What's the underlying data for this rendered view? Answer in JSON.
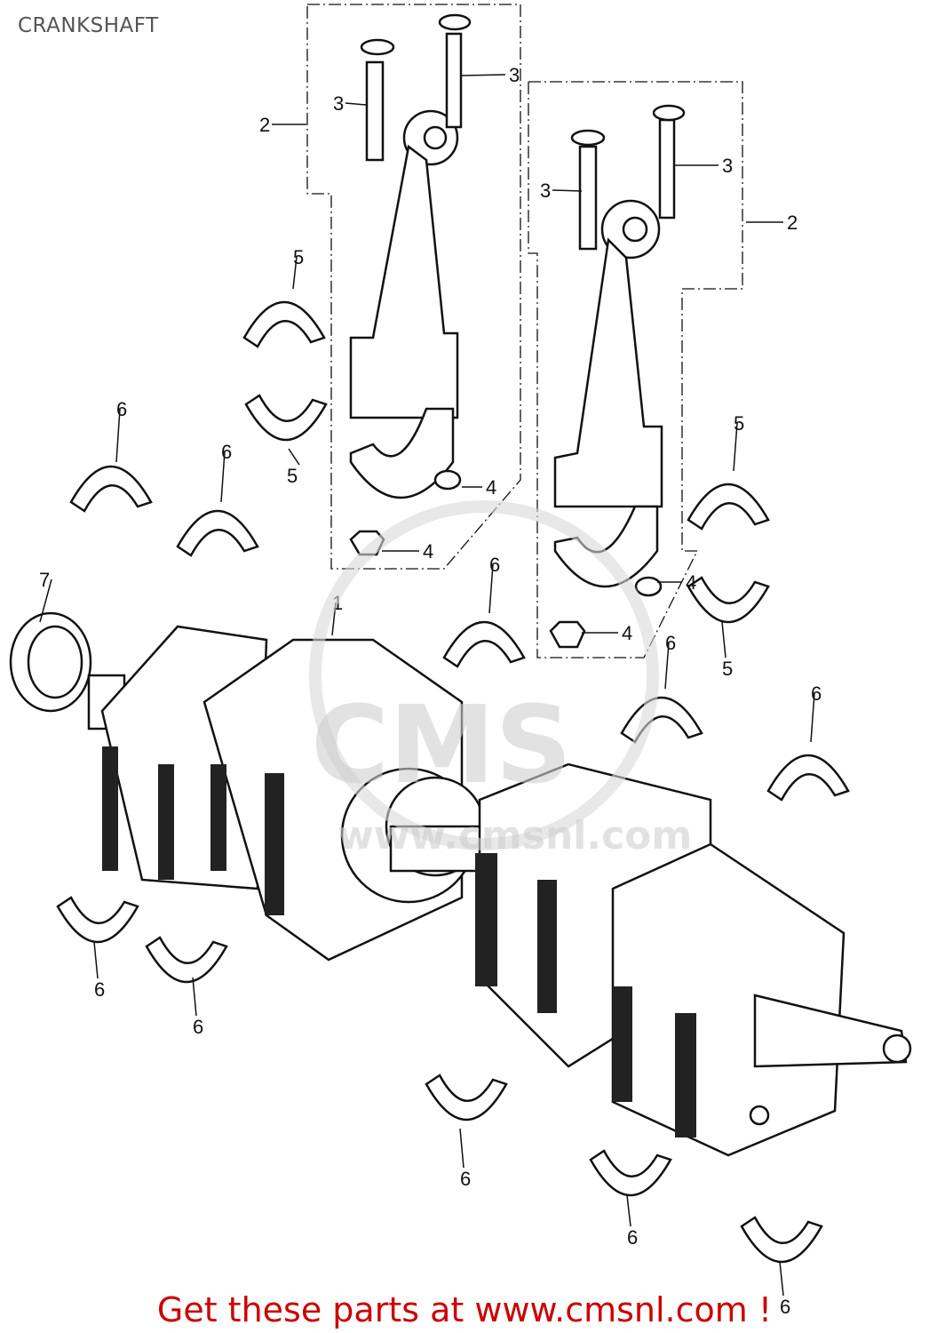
{
  "header": {
    "title": "CRANKSHAFT"
  },
  "diagram": {
    "callouts": [
      "2",
      "3",
      "3",
      "5",
      "5",
      "6",
      "6",
      "4",
      "4",
      "7",
      "1",
      "3",
      "3",
      "2",
      "5",
      "4",
      "4",
      "5",
      "6",
      "6",
      "6",
      "6",
      "6",
      "6",
      "6",
      "6"
    ],
    "watermark": "CMS www.cmsnl.com"
  },
  "footer": {
    "link_text": "Get these parts at www.cmsnl.com !"
  }
}
